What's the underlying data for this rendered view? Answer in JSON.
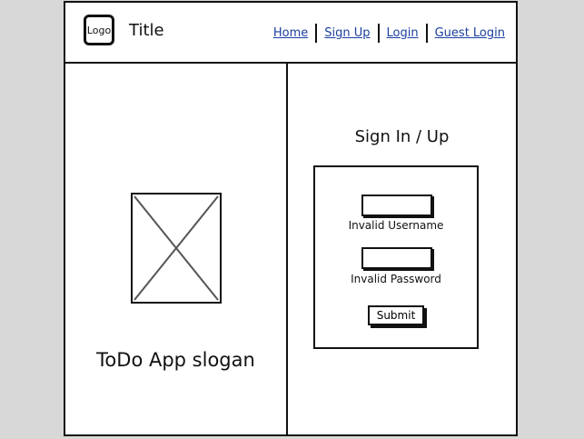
{
  "header": {
    "logo_text": "Logo",
    "title": "Title",
    "nav": [
      "Home",
      "Sign Up",
      "Login",
      "Guest Login"
    ]
  },
  "left": {
    "slogan": "ToDo App slogan"
  },
  "form": {
    "heading": "Sign In / Up",
    "username_value": "",
    "username_error": "Invalid Username",
    "password_value": "",
    "password_error": "Invalid Password",
    "submit_label": "Submit"
  },
  "colors": {
    "link": "#1a3fa0",
    "border": "#111111",
    "sidebar_gray": "#d8d8d8"
  }
}
